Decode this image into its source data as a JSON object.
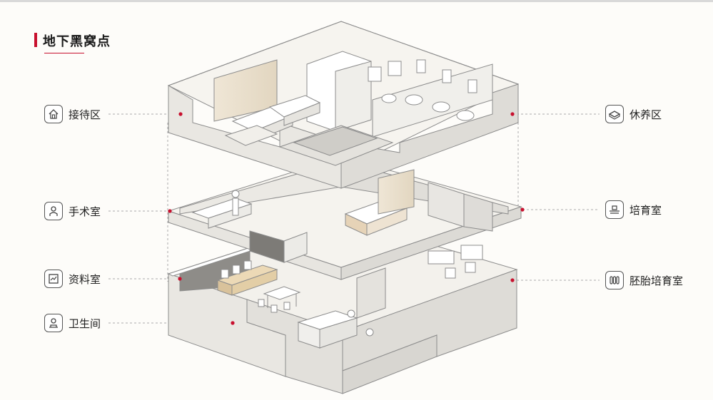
{
  "page": {
    "title": "地下黑窝点"
  },
  "labels": {
    "reception": {
      "text": "接待区",
      "icon": "house-icon"
    },
    "surgery": {
      "text": "手术室",
      "icon": "person-icon"
    },
    "records": {
      "text": "资料室",
      "icon": "document-icon"
    },
    "restroom": {
      "text": "卫生间",
      "icon": "toilet-icon"
    },
    "rest_area": {
      "text": "休养区",
      "icon": "bed-icon"
    },
    "culture_room": {
      "text": "培育室",
      "icon": "tray-icon"
    },
    "embryo_room": {
      "text": "胚胎培育室",
      "icon": "test-tubes-icon"
    }
  },
  "colors": {
    "accent": "#c8102e",
    "wall": "#eceae6",
    "floor": "#f6f4ef",
    "line": "#8a8a8a"
  }
}
